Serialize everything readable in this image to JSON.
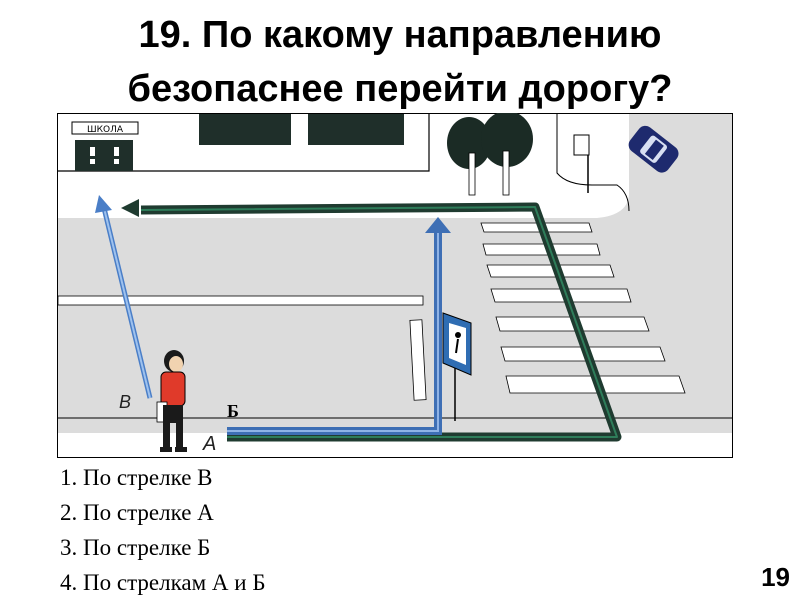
{
  "slide": {
    "title_line1": "19. По какому направлению",
    "title_line2": "безопаснее перейти дорогу?",
    "number": "19"
  },
  "scene": {
    "school_sign": "ШКОЛА",
    "label_b_cyr": "Б",
    "label_a": "A",
    "label_v": "B"
  },
  "options": [
    "1. По стрелке В",
    "2. По стрелке А",
    "3. По стрелке Б",
    "4. По стрелкам А и Б"
  ]
}
